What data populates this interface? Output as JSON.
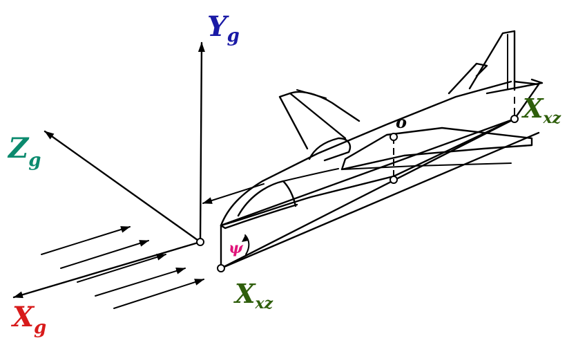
{
  "labels": {
    "yg": {
      "main": "Y",
      "sub": "g",
      "color": "#1a1aa6"
    },
    "zg": {
      "main": "Z",
      "sub": "g",
      "color": "#0b8a6e"
    },
    "xg": {
      "main": "X",
      "sub": "g",
      "color": "#d81b1b"
    },
    "xxz_right": {
      "main": "X",
      "sub": "xz",
      "color": "#2e5e0b"
    },
    "xxz_bottom": {
      "main": "X",
      "sub": "xz",
      "color": "#2e5e0b"
    },
    "origin": {
      "text": "o",
      "color": "#000000"
    },
    "psi": {
      "text": "ψ",
      "color": "#e0147a"
    }
  }
}
